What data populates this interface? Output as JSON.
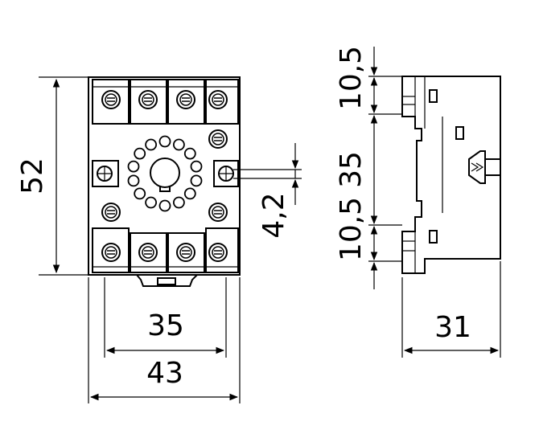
{
  "dimensions": {
    "height_front": "52",
    "pin_pitch": "35",
    "width_front": "43",
    "offset_front": "4,2",
    "side_top": "10,5",
    "side_middle": "35",
    "side_bottom": "10,5",
    "depth_side": "31"
  },
  "icons": {
    "terminal": "screw-terminal-icon",
    "socket_hole": "pin-hole-icon",
    "mount_hole": "mounting-hole-icon"
  }
}
